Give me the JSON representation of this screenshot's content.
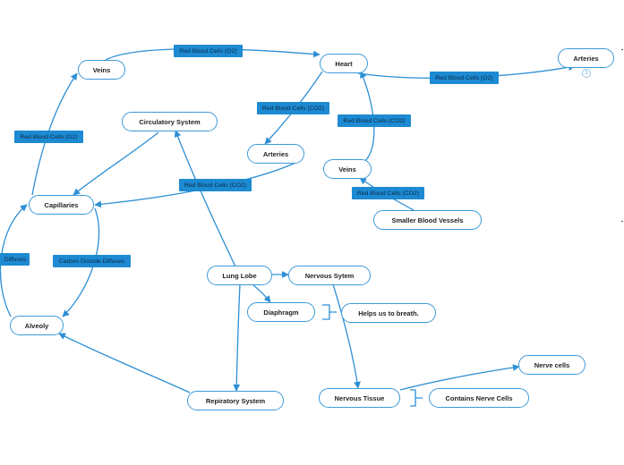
{
  "nodes": {
    "heart": "Heart",
    "veins_top": "Veins",
    "arteries_right": "Arteries",
    "circulatory_system": "Circulatory System",
    "arteries_mid": "Arteries",
    "veins_mid": "Veins",
    "capillaries": "Capillaries",
    "smaller_blood_vessels": "Smaller Blood Vessels",
    "lung_lobe": "Lung Lobe",
    "nervous_sytem": "Nervous Sytem",
    "diaphragm": "Diaphragm",
    "helps_breath": "Helps us to breath.",
    "alveoly": "Alveoly",
    "nerve_cells": "Nerve cells",
    "repiratory_system": "Repiratory System",
    "nervous_tissue": "Nervous Tissue",
    "contains_nerve_cells": "Contains Nerve Cells"
  },
  "labels": {
    "veins_heart": "Red Blood Cells (O2)",
    "heart_arteries": "Red Blood Cells (O2)",
    "capillaries_veins": "Red Blood Cells (O2)",
    "heart_arteries_mid": "Red Blood Cells (CO2)",
    "veins_heart_right": "Red Blood Cells (CO2)",
    "arteries_capillaries": "Red Blood Cells (CO2)",
    "smaller_veins": "Red Blood Cells (CO2)",
    "diffuses": "Diffuses",
    "carbon_dioxide": "Carbon Dioxide Diffuses"
  },
  "badge": "2",
  "colors": {
    "line": "#2d8fd5",
    "label_bg": "#1d8ad2",
    "node_border": "#3d9ad8"
  }
}
